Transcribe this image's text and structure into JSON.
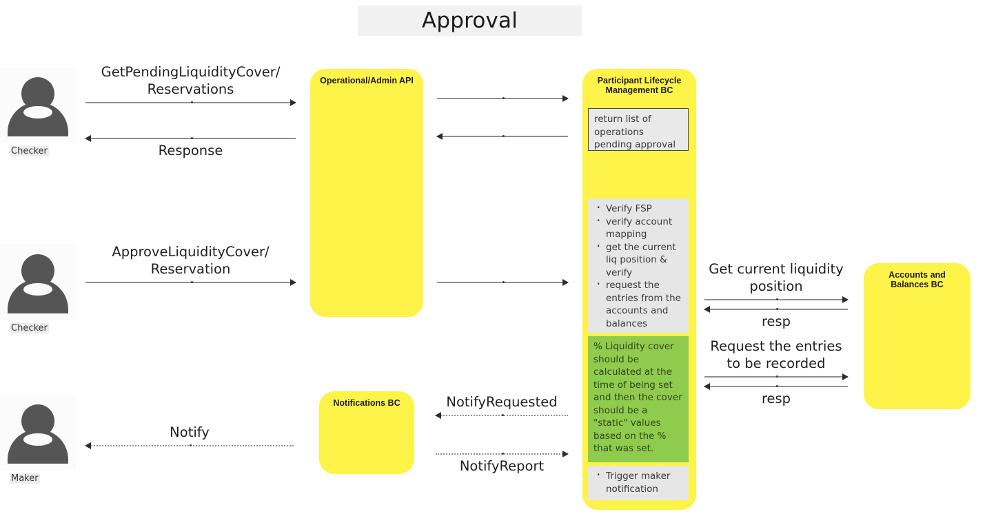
{
  "diagram": {
    "title": "Approval"
  },
  "actors": [
    {
      "name": "Checker",
      "icon": "person-icon"
    },
    {
      "name": "Checker",
      "icon": "person-icon"
    },
    {
      "name": "Maker",
      "icon": "person-icon"
    }
  ],
  "lifelines": [
    {
      "id": "operational-admin-api",
      "label": "Operational/Admin API"
    },
    {
      "id": "participant-lifecycle-management-bc",
      "label": "Participant Lifecycle\nManagement BC"
    },
    {
      "id": "notifications-bc",
      "label": "Notifications BC"
    },
    {
      "id": "accounts-and-balances-bc",
      "label": "Accounts and Balances\nBC"
    }
  ],
  "notes": [
    {
      "id": "return-list-note",
      "style": "bordered",
      "text": "return list of operations pending approval"
    },
    {
      "id": "verify-steps-note",
      "style": "bullets",
      "items": [
        "Verify FSP",
        "verify account mapping",
        "get the current liq position & verify",
        "request the entries from the accounts and balances"
      ]
    },
    {
      "id": "liquidity-cover-note",
      "style": "green",
      "text": "% Liquidity cover should be calculated at the time of being set and then the cover should be a \"static\" values based on the % that was set."
    },
    {
      "id": "trigger-maker-note",
      "style": "bullets",
      "items": [
        "Trigger maker notification"
      ]
    }
  ],
  "messages": [
    {
      "id": "get-pending-liquidity-cover",
      "label": "GetPendingLiquidityCover/\nReservations",
      "direction": "right",
      "line": "solid",
      "labelPos": "above"
    },
    {
      "id": "response",
      "label": "Response",
      "direction": "left",
      "line": "solid",
      "labelPos": "below"
    },
    {
      "id": "api-to-plm-request",
      "label": "",
      "direction": "right",
      "line": "solid",
      "labelPos": "above"
    },
    {
      "id": "plm-to-api-response",
      "label": "",
      "direction": "left",
      "line": "solid",
      "labelPos": "below"
    },
    {
      "id": "approve-liquidity-cover",
      "label": "ApproveLiquidityCover/\nReservation",
      "direction": "right",
      "line": "solid",
      "labelPos": "above"
    },
    {
      "id": "api-to-plm-approve",
      "label": "",
      "direction": "right",
      "line": "solid",
      "labelPos": "above"
    },
    {
      "id": "get-current-liquidity-position",
      "label": "Get current liquidity\nposition",
      "direction": "right",
      "line": "solid",
      "labelPos": "above"
    },
    {
      "id": "resp-liquidity",
      "label": "resp",
      "direction": "left",
      "line": "solid",
      "labelPos": "below"
    },
    {
      "id": "request-entries-recorded",
      "label": "Request the entries\nto be recorded",
      "direction": "right",
      "line": "solid",
      "labelPos": "above"
    },
    {
      "id": "resp-entries",
      "label": "resp",
      "direction": "left",
      "line": "solid",
      "labelPos": "below"
    },
    {
      "id": "notify",
      "label": "Notify",
      "direction": "left",
      "line": "dotted",
      "labelPos": "above"
    },
    {
      "id": "notify-requested",
      "label": "NotifyRequested",
      "direction": "left",
      "line": "dotted",
      "labelPos": "above"
    },
    {
      "id": "notify-report",
      "label": "NotifyReport",
      "direction": "right",
      "line": "dotted",
      "labelPos": "below"
    }
  ],
  "colors": {
    "lifeline": "#fdf349",
    "note": "#e6e6e6",
    "note_green": "#8fcc4e",
    "title_bg": "#f1f1f1",
    "actor": "#555555",
    "line": "#8f8f8f"
  }
}
